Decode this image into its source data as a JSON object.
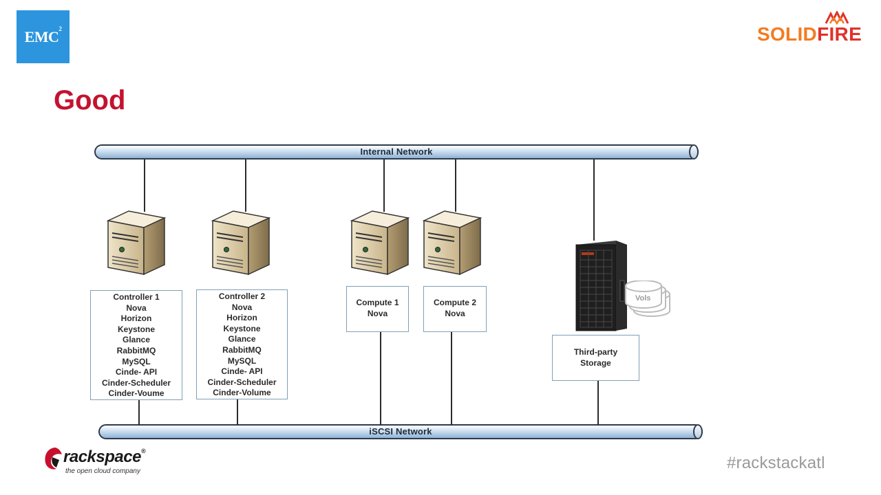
{
  "header": {
    "emc_logo_text": "EMC",
    "emc_logo_sup": "2",
    "solidfire_part1": "SOLID",
    "solidfire_part2": "FIRE",
    "title": "Good"
  },
  "diagram": {
    "internal_network_label": "Internal Network",
    "iscsi_network_label": "iSCSI Network",
    "controller1": {
      "title": "Controller 1",
      "services": [
        "Nova",
        "Horizon",
        "Keystone",
        "Glance",
        "RabbitMQ",
        "MySQL",
        "Cinde- API",
        "Cinder-Scheduler",
        "Cinder-Voume"
      ]
    },
    "controller2": {
      "title": "Controller 2",
      "services": [
        "Nova",
        "Horizon",
        "Keystone",
        "Glance",
        "RabbitMQ",
        "MySQL",
        "Cinde- API",
        "Cinder-Scheduler",
        "Cinder-Volume"
      ]
    },
    "compute1": {
      "title": "Compute 1",
      "service": "Nova"
    },
    "compute2": {
      "title": "Compute 2",
      "service": "Nova"
    },
    "storage": {
      "line1": "Third-party",
      "line2": "Storage"
    },
    "vols_label": "Vols"
  },
  "footer": {
    "rackspace_name": "rackspace",
    "rackspace_tagline": "the open cloud company",
    "hashtag": "#rackstackatl"
  },
  "colors": {
    "title_red": "#c4122f",
    "emc_blue": "#2c95dd",
    "solidfire_orange": "#f47b20",
    "solidfire_red": "#e0312a",
    "hashtag_gray": "#9a9a9a"
  }
}
